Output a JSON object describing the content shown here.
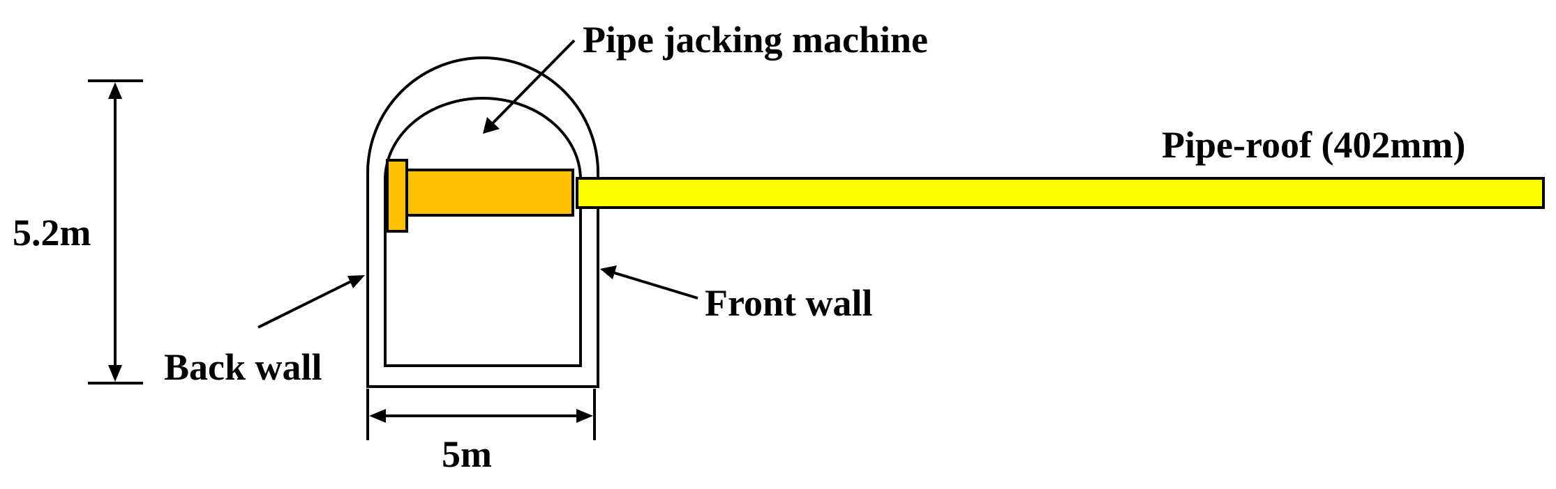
{
  "labels": {
    "pipe_jacking_machine": "Pipe jacking machine",
    "pipe_roof": "Pipe-roof (402mm)",
    "front_wall": "Front wall",
    "back_wall": "Back wall",
    "height": "5.2m",
    "width": "5m"
  },
  "colors": {
    "pipe_roof_fill": "#ffff00",
    "machine_fill": "#ffc000",
    "stroke": "#000000",
    "background": "#ffffff"
  }
}
